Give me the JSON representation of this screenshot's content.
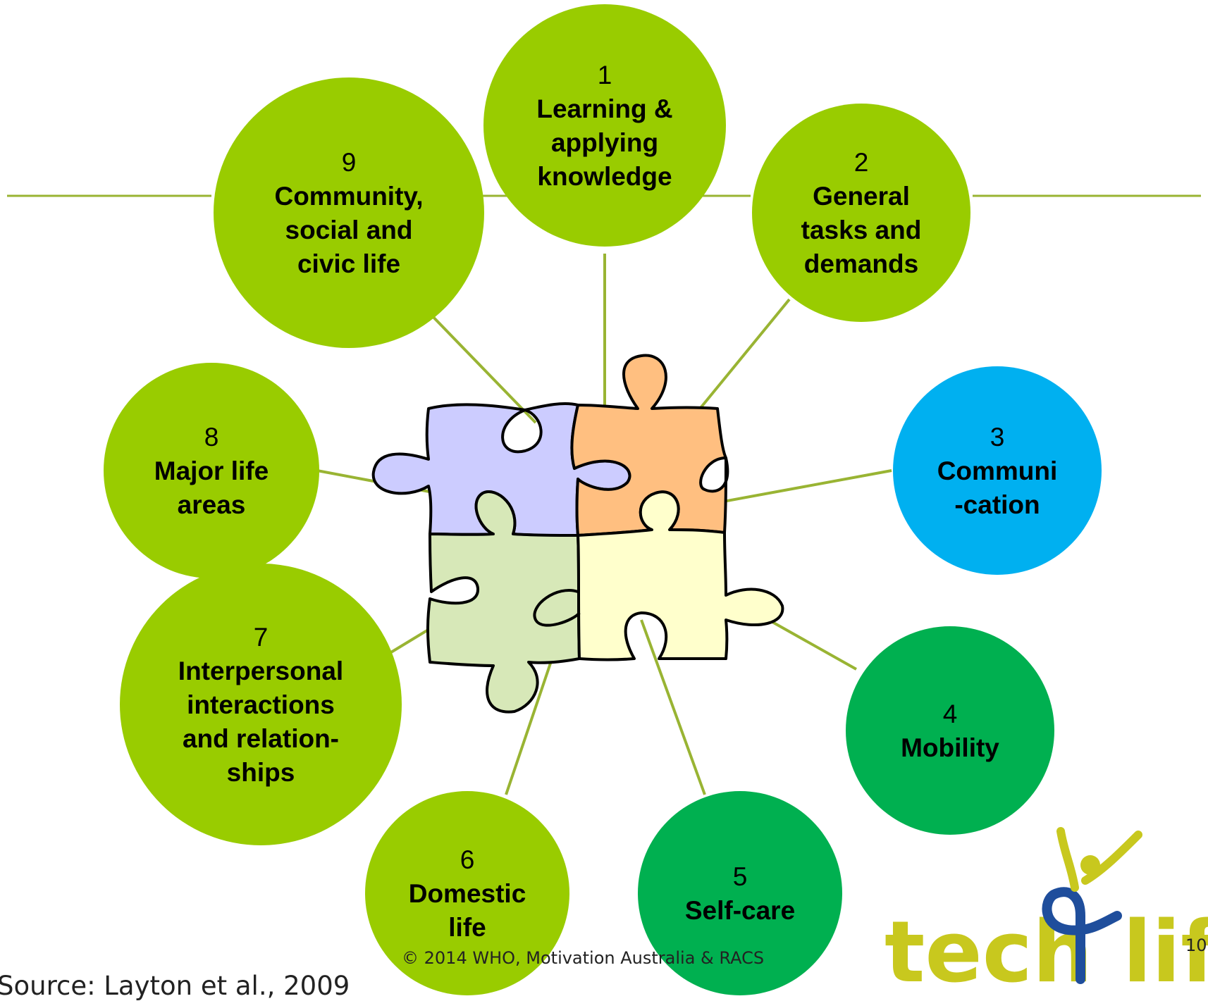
{
  "colors": {
    "green": "#99CC00",
    "dark_green": "#00B050",
    "blue": "#00B0F0",
    "line": "#99B433",
    "piece_purple": "#CCCCFF",
    "piece_orange": "#FFBF80",
    "piece_lightgreen": "#D7E8B8",
    "piece_yellow": "#FFFFCC",
    "logo_text": "#C8C81E",
    "logo_blue": "#1F4E9C"
  },
  "center": {
    "icon": "jigsaw-puzzle-icon"
  },
  "nodes": [
    {
      "number": "1",
      "lines": [
        "Learning &",
        "applying",
        "knowledge"
      ],
      "color": "green"
    },
    {
      "number": "2",
      "lines": [
        "General",
        "tasks and",
        "demands"
      ],
      "color": "green"
    },
    {
      "number": "3",
      "lines": [
        "Communi",
        "-cation"
      ],
      "color": "blue"
    },
    {
      "number": "4",
      "lines": [
        "Mobility"
      ],
      "color": "dark_green"
    },
    {
      "number": "5",
      "lines": [
        "Self-care"
      ],
      "color": "dark_green"
    },
    {
      "number": "6",
      "lines": [
        "Domestic",
        "life"
      ],
      "color": "green"
    },
    {
      "number": "7",
      "lines": [
        "Interpersonal",
        "interactions",
        "and relation-",
        "ships"
      ],
      "color": "green"
    },
    {
      "number": "8",
      "lines": [
        "Major life",
        "areas"
      ],
      "color": "green"
    },
    {
      "number": "9",
      "lines": [
        "Community,",
        "social and",
        "civic life"
      ],
      "color": "green"
    }
  ],
  "footer": {
    "source": "Source: Layton et al., 2009",
    "copyright": "© 2014 WHO, Motivation Australia & RACS",
    "page_number": "10"
  },
  "logo": {
    "text_left": "tech",
    "text_right": "lif",
    "icon": "tech4life-logo-icon"
  }
}
